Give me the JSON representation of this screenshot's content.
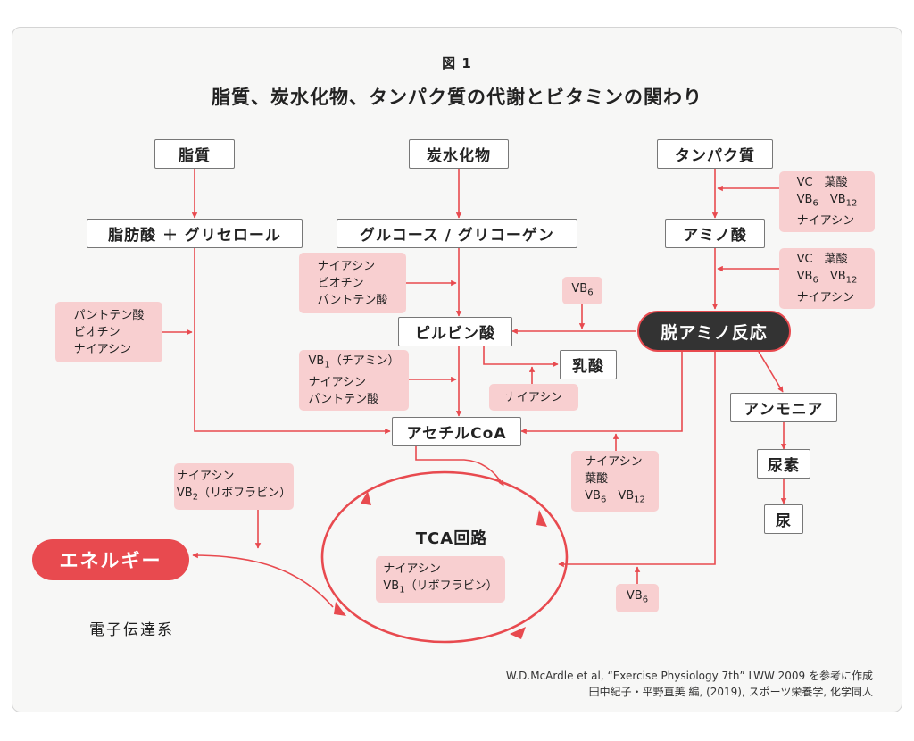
{
  "figure_label": "図 1",
  "title": "脂質、炭水化物、タンパク質の代謝とビタミンの関わり",
  "nodes": {
    "lipid": "脂質",
    "carbohydrate": "炭水化物",
    "protein": "タンパク質",
    "fatty_acid_glycerol": "脂肪酸 ＋ グリセロール",
    "glucose_glycogen": "グルコース / グリコーゲン",
    "amino_acid": "アミノ酸",
    "pyruvate": "ピルビン酸",
    "lactate": "乳酸",
    "deamination": "脱アミノ反応",
    "acetyl_coa": "アセチルCoA",
    "ammonia": "アンモニア",
    "urea": "尿素",
    "urine": "尿",
    "tca": "TCA回路",
    "energy": "エネルギー",
    "electron_transport": "電子伝達系"
  },
  "vitamins": {
    "protein_1": [
      "VC　葉酸",
      "VB6　VB12",
      "ナイアシン"
    ],
    "protein_2": [
      "VC　葉酸",
      "VB6　VB12",
      "ナイアシン"
    ],
    "glucose_to_pyruvate": [
      "ナイアシン",
      "ビオチン",
      "パントテン酸"
    ],
    "deamination_to_pyruvate": [
      "VB6"
    ],
    "fatty_acid": [
      "パントテン酸",
      "ビオチン",
      "ナイアシン"
    ],
    "pyruvate_to_acetyl": [
      "VB1（チアミン）",
      "ナイアシン",
      "パントテン酸"
    ],
    "lactate": [
      "ナイアシン"
    ],
    "deamination_to_acetyl": [
      "ナイアシン",
      "葉酸",
      "VB6　VB12"
    ],
    "energy": [
      "ナイアシン",
      "VB2（リボフラビン）"
    ],
    "tca": [
      "ナイアシン",
      "VB1（リボフラビン）"
    ],
    "deamination_to_tca": [
      "VB6"
    ]
  },
  "credit": [
    "W.D.McArdle et al, “Exercise Physiology 7th” LWW 2009 を参考に作成",
    "田中紀子・平野直美 編, (2019), スポーツ栄養学, 化学同人"
  ],
  "colors": {
    "arrow": "#e84a4f",
    "note_fill": "#f8cfd0",
    "dark_node": "#333333",
    "energy_node": "#e84a4f"
  }
}
